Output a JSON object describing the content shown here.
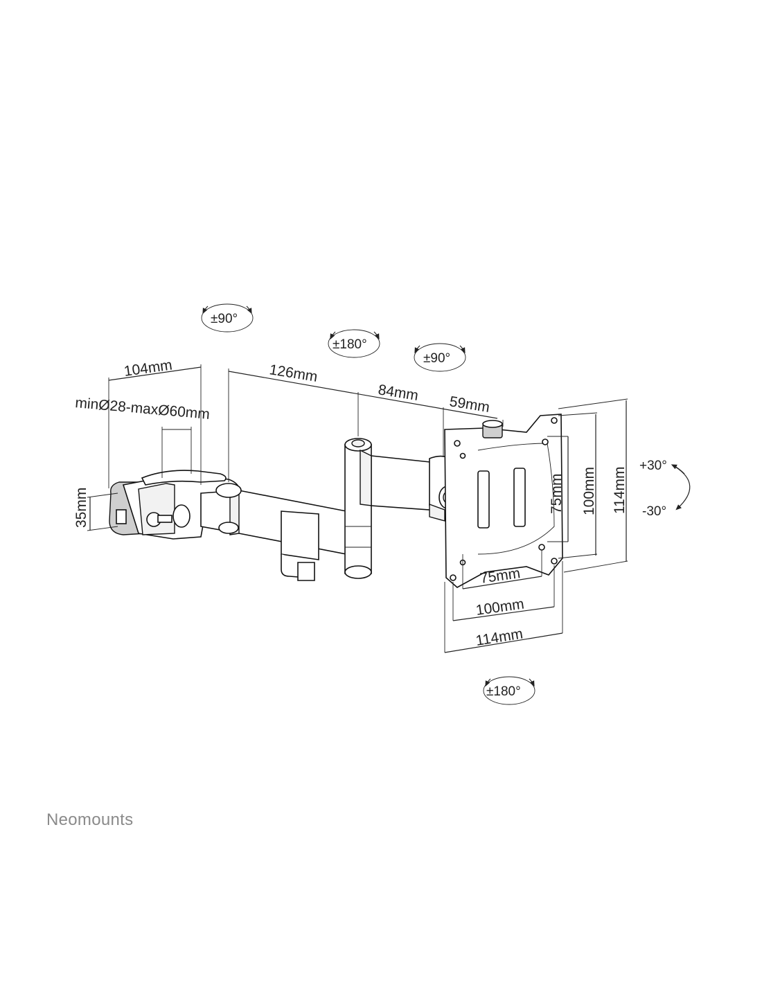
{
  "brand": "Neomounts",
  "dimensions": {
    "clamp_width": "104mm",
    "clamp_range": "minØ28-maxØ60mm",
    "clamp_height": "35mm",
    "arm1_length": "126mm",
    "arm2_length": "84mm",
    "head_depth": "59mm",
    "vesa_h_75": "75mm",
    "vesa_h_100": "100mm",
    "plate_width": "114mm",
    "vesa_v_75": "75mm",
    "vesa_v_100": "100mm",
    "plate_height": "114mm"
  },
  "rotations": {
    "clamp_swivel": "±90°",
    "arm_swivel": "±180°",
    "head_swivel": "±90°",
    "tilt_up": "+30°",
    "tilt_down": "-30°",
    "rotation": "±180°"
  },
  "colors": {
    "ink": "#222222",
    "brand": "#8a8a8a"
  }
}
